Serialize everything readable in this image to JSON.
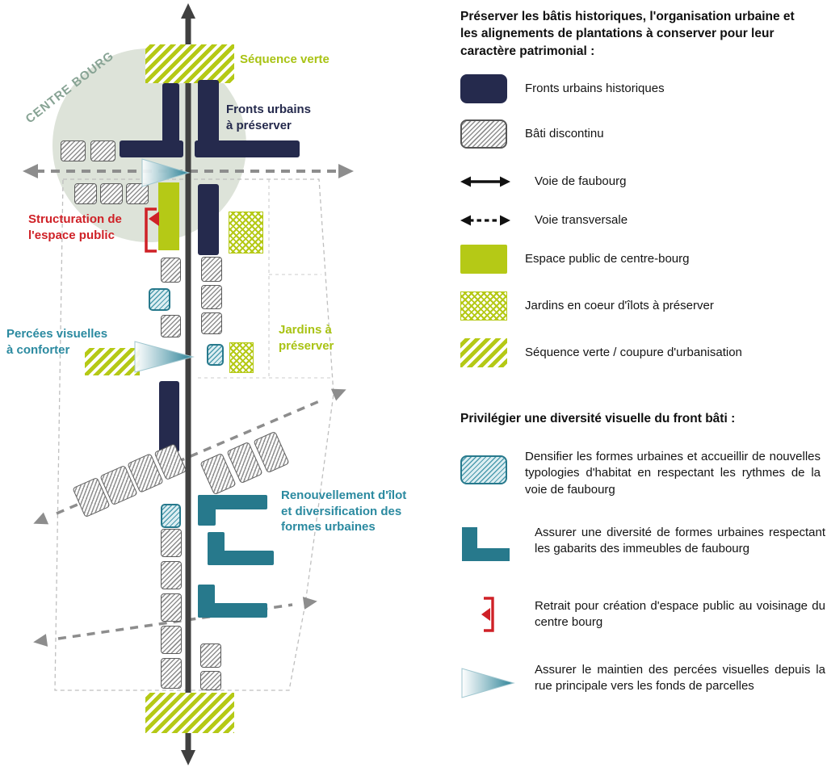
{
  "diagram": {
    "labels": {
      "centre_bourg": "CENTRE BOURG",
      "sequence_verte": "Séquence verte",
      "fronts_urbains": "Fronts urbains\nà préserver",
      "structuration": "Structuration de\nl'espace public",
      "percees": "Percées visuelles\nà conforter",
      "jardins": "Jardins à\npréserver",
      "renouvellement": "Renouvellement d'îlot\net diversification des\nformes urbaines"
    }
  },
  "legend": {
    "heading1": "Préserver les bâtis historiques, l'organisation urbaine et les alignements de plantations à conserver pour leur caractère patrimonial :",
    "items1": [
      {
        "swatch": "navy-rect",
        "label": "Fronts urbains historiques"
      },
      {
        "swatch": "grey-hatch-rect",
        "label": "Bâti discontinu"
      },
      {
        "swatch": "solid-double-arrow",
        "label": "Voie de faubourg"
      },
      {
        "swatch": "dashed-double-arrow",
        "label": "Voie transversale"
      },
      {
        "swatch": "green-rect",
        "label": "Espace public de centre-bourg"
      },
      {
        "swatch": "green-crosshatch-rect",
        "label": "Jardins en coeur d'îlots à préserver"
      },
      {
        "swatch": "green-diagonal-hatch-rect",
        "label": "Séquence verte / coupure d'urbanisation"
      }
    ],
    "heading2": "Privilégier une diversité visuelle du front bâti :",
    "items2": [
      {
        "swatch": "teal-hatch-rect",
        "label": "Densifier les formes urbaines et accueillir de nouvelles typologies d'habitat en respectant les rythmes de la voie de faubourg"
      },
      {
        "swatch": "teal-l-shape",
        "label": "Assurer une diversité de  formes urbaines respectant les gabarits des immeubles de faubourg"
      },
      {
        "swatch": "red-bracket",
        "label": "Retrait pour création d'espace public au voisinage du centre bourg"
      },
      {
        "swatch": "view-cone-triangle",
        "label": "Assurer le maintien des percées visuelles depuis la rue principale vers les fonds de parcelles"
      }
    ]
  },
  "colors": {
    "navy": "#252a4d",
    "green": "#b5c916",
    "teal": "#27798c",
    "teal_text": "#2b8aa0",
    "red": "#cf2127",
    "grey_dash": "#8d8d8d",
    "axis": "#404040",
    "centre_bourg_halo": "#dde3d9"
  }
}
